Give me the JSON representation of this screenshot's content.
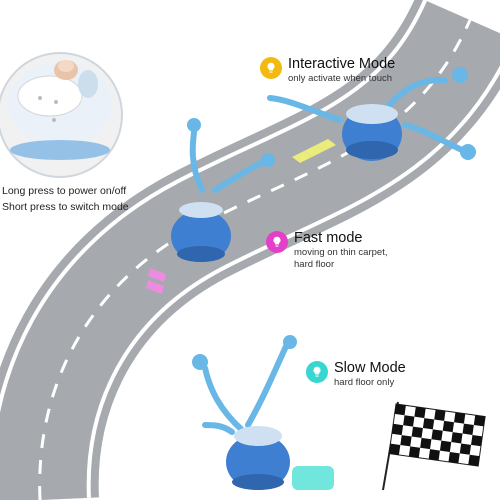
{
  "inset": {
    "caption_line1": "Long press to power on/off",
    "caption_line2": "Short press to switch mode"
  },
  "modes": [
    {
      "title": "Interactive Mode",
      "desc_lines": [
        "only activate when touch"
      ],
      "icon": "lightbulb-icon",
      "bulb_color": "#f2b90f"
    },
    {
      "title": "Fast mode",
      "desc_lines": [
        "moving on thin carpet,",
        "hard floor"
      ],
      "icon": "lightbulb-icon",
      "bulb_color": "#e43fc8"
    },
    {
      "title": "Slow Mode",
      "desc_lines": [
        "hard floor only"
      ],
      "icon": "lightbulb-icon",
      "bulb_color": "#38d6d0"
    }
  ],
  "colors": {
    "road": "#a6a9ad",
    "road_edge": "#ffffff",
    "toy_blue": "#3f7fd1",
    "rope": "#69b7e6",
    "arrow_yellow": "#eef07a",
    "arrow_pink": "#f08ae2",
    "arrow_cyan": "#61e3d8"
  }
}
